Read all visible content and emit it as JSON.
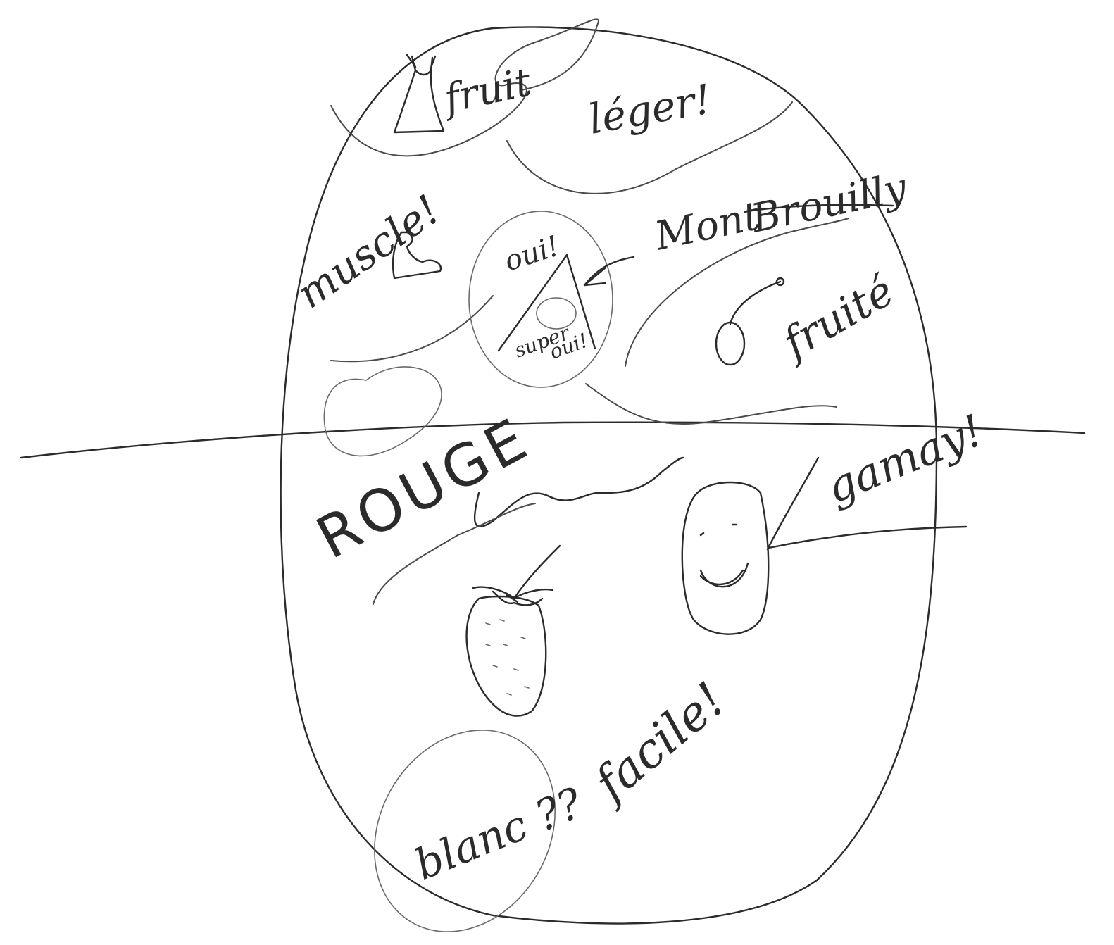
{
  "labels": {
    "fruit_top": "fruit",
    "leger": "léger!",
    "muscle": "muscle!",
    "oui": "oui!",
    "super": "super",
    "oui_inner": "oui!",
    "mont_brouilly_mont": "Mont",
    "mont_brouilly_brouilly": "Brouilly",
    "fruite": "fruité",
    "rouge": "ROUGE",
    "gamay": "gamay!",
    "facile": "facile!",
    "blanc": "blanc ??"
  }
}
